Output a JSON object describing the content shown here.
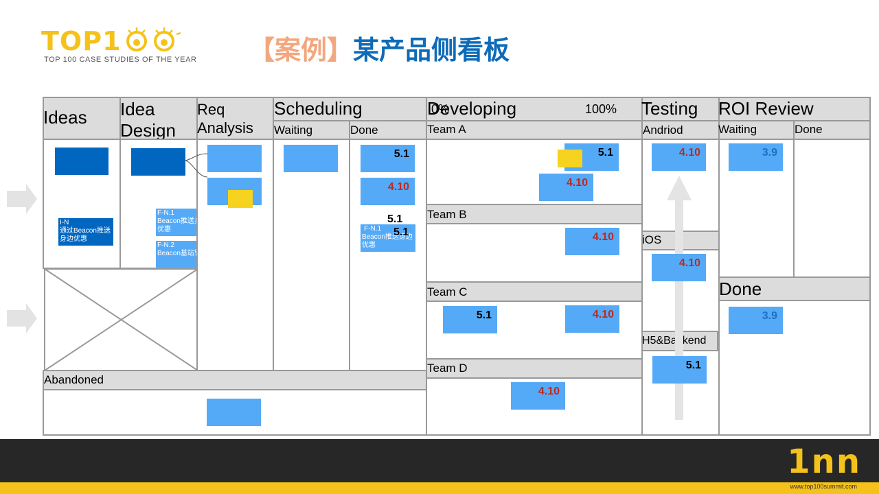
{
  "header": {
    "logo_text": "TOP1",
    "logo_subtitle": "TOP 100 CASE STUDIES OF THE YEAR",
    "title_bracket": "【案例】",
    "title_main": "某产品侧看板"
  },
  "columns": {
    "ideas": "Ideas",
    "idea_design": [
      "Idea",
      "Design"
    ],
    "req_analysis": [
      "Req",
      "Analysis"
    ],
    "scheduling": "Scheduling",
    "scheduling_waiting": "Waiting",
    "scheduling_done": "Done",
    "developing": "Developing",
    "developing_start": "0%",
    "developing_end": "100%",
    "testing": "Testing",
    "roi_review": "ROI Review",
    "roi_waiting": "Waiting",
    "roi_done": "Done",
    "roi_done_section": "Done",
    "abandoned": "Abandoned"
  },
  "teams": {
    "a": "Team A",
    "b": "Team B",
    "c": "Team C",
    "d": "Team D"
  },
  "platforms": {
    "android": "Andriod",
    "ios": "iOS",
    "h5": "H5&Backend"
  },
  "notes": {
    "ideas_note": [
      "I-N",
      "通过Beacon推送身边优惠"
    ],
    "design_note_1": [
      "F-N.1",
      "Beacon推送身边优惠"
    ],
    "design_note_2": [
      "F-N.2",
      "Beacon基站管理"
    ],
    "sched_note": [
      "F-N.1",
      "Beacon推送身边优惠"
    ]
  },
  "versions": {
    "sched_done_1": "5.1",
    "sched_done_2": "4.10",
    "sched_done_3": "5.1",
    "sched_done_4": "5.1",
    "team_a_1": "5.1",
    "team_a_2": "4.10",
    "team_b_1": "4.10",
    "team_c_1": "5.1",
    "team_c_2": "4.10",
    "team_d_1": "4.10",
    "android_1": "4.10",
    "ios_1": "4.10",
    "h5_1": "5.1",
    "roi_waiting_1": "3.9",
    "roi_done_1": "3.9"
  },
  "footer": {
    "logo": "1nn",
    "url": "www.top100summit.com"
  },
  "colors": {
    "card": "#55aaf7",
    "dark_card": "#0066c0",
    "header_bg": "#dcdcdc",
    "border": "#999999",
    "sticky": "#f5d31e",
    "brand_yellow": "#f4c21a",
    "title_blue": "#0d6bb8"
  }
}
